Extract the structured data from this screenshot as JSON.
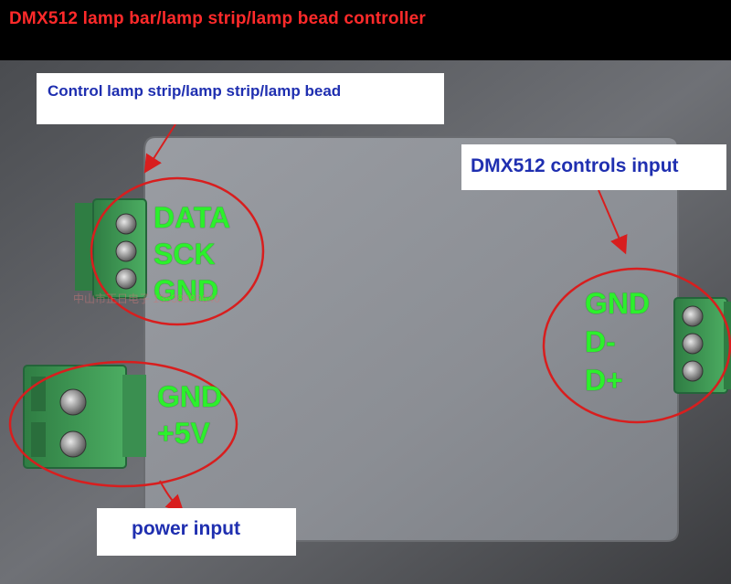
{
  "title": "DMX512 lamp bar/lamp strip/lamp bead controller",
  "callouts": {
    "top": "Control  lamp strip/lamp strip/lamp bead",
    "right": "DMX512 controls input",
    "bottom": "power input"
  },
  "labels": {
    "output_terminal": [
      "DATA",
      "SCK",
      "GND"
    ],
    "dmx_terminal": [
      "GND",
      "D-",
      "D+"
    ],
    "power_terminal": [
      "GND",
      "+5V"
    ]
  },
  "watermark": "中山市正日电子 13538999640",
  "colors": {
    "title_text": "#ff2a2a",
    "callout_text": "#1f2fb0",
    "pin_label": "#2cf02c",
    "ring": "#d81e1e",
    "enclosure": "#8c8f96",
    "terminal": "#3e9a55"
  }
}
